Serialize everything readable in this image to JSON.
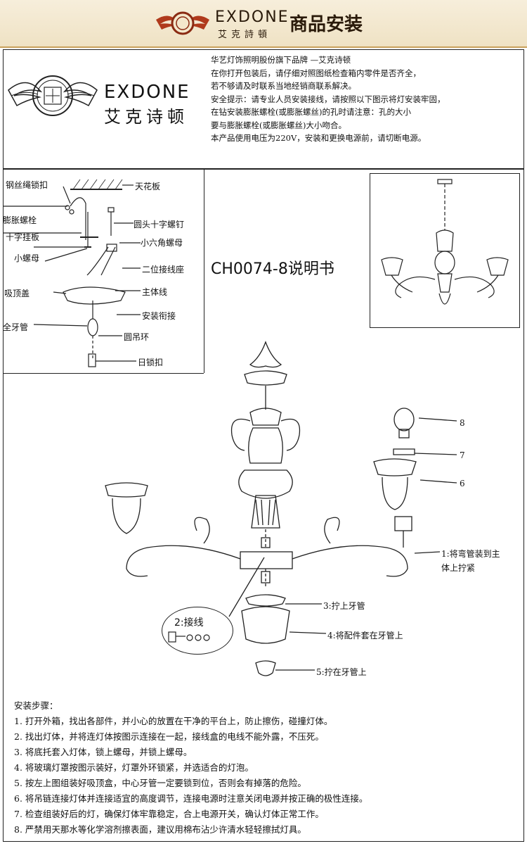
{
  "header": {
    "brand": "EXDONE",
    "brand_cn": "艾克詩頓",
    "title": "商品安装"
  },
  "brand_block": {
    "brand": "EXDONE",
    "brand_cn": "艾克诗顿"
  },
  "notice": [
    "华艺灯饰照明股份旗下品牌 —艾克诗顿",
    "在你打开包装后，请仔细对照图纸检查箱内零件是否齐全，",
    "若不够请及时联系当地经销商联系解决。",
    "安全提示：请专业人员安装接线，请按照以下图示将灯安装牢固，",
    "在钻安装膨胀螺栓(或膨胀螺丝)的孔时请注意：孔的大小",
    "要与膨胀螺栓(或膨胀螺丝)大小吻合。",
    "本产品使用电压为220V，安装和更换电源前，请切断电源。"
  ],
  "model_label": "CH0074-8说明书",
  "ceiling_labels": {
    "l1": "钢丝绳锁扣",
    "l2": "天花板",
    "l3": "膨胀螺栓",
    "l4": "圆头十字螺钉",
    "l5": "十字挂板",
    "l6": "小六角螺母",
    "l7": "小螺母",
    "l8": "二位接线座",
    "l9": "吸顶盖",
    "l10": "主体线",
    "l11": "全牙管",
    "l12": "安装衔接",
    "l13": "圆吊环",
    "l14": "日锁扣"
  },
  "parts": {
    "p8": "8",
    "p7": "7",
    "p6": "6",
    "p1": "1:将弯管装到主",
    "p1b": "体上拧紧",
    "p3": "3:拧上牙管",
    "p4": "4:将配件套在牙管上",
    "p5": "5:拧在牙管上",
    "wiring": "2:接线"
  },
  "steps": {
    "title": "安装步骤：",
    "items": [
      "1. 打开外箱，找出各部件，并小心的放置在干净的平台上，防止擦伤，碰撞灯体。",
      "2. 找出灯体，并将连灯体按图示连接在一起，接线盒的电线不能外露，不压死。",
      "3. 将底托套入灯体，锁上螺母，并锁上螺母。",
      "4. 将玻璃灯罩按图示装好，灯罩外环锁紧，并选适合的灯泡。",
      "5. 按左上图组装好吸顶盒，中心牙管一定要锁到位，否则会有掉落的危险。",
      "6. 将吊链连接灯体并连接适宜的高度调节，连接电源时注意关闭电源并按正确的极性连接。",
      "7. 检查组装好后的灯，确保灯体牢靠稳定，合上电源开关，确认灯体正常工作。",
      "8. 严禁用天那水等化学溶剂擦表面，建议用棉布沾少许清水轻轻擦拭灯具。"
    ]
  }
}
